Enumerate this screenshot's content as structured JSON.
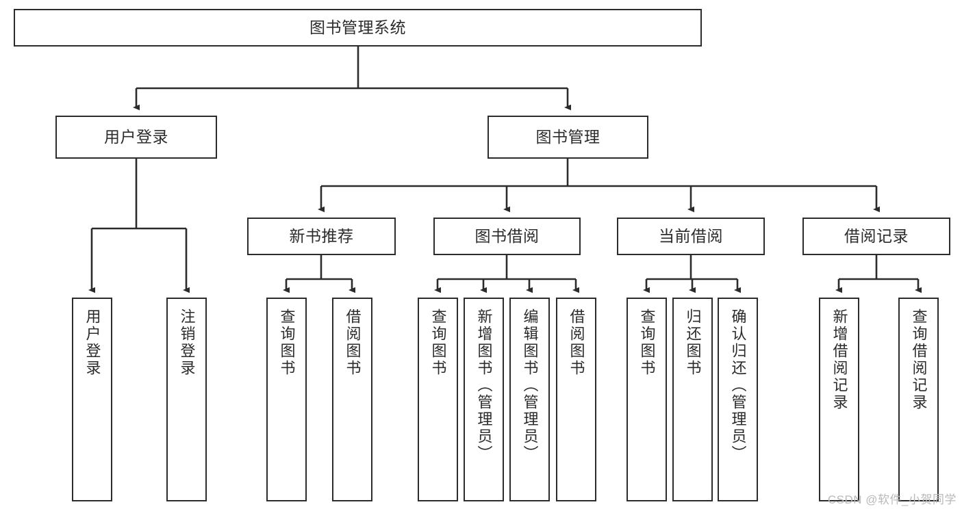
{
  "diagram": {
    "title": "图书管理系统",
    "type": "tree",
    "colors": {
      "box_border": "#2b2b2b",
      "box_fill": "#ffffff",
      "text": "#2b2b2b",
      "edge": "#2b2b2b",
      "watermark": "#b9b9b9",
      "background": "#ffffff"
    },
    "root": {
      "label": "图书管理系统"
    },
    "level1": [
      {
        "label": "用户登录"
      },
      {
        "label": "图书管理"
      }
    ],
    "level2": [
      {
        "label": "新书推荐"
      },
      {
        "label": "图书借阅"
      },
      {
        "label": "当前借阅"
      },
      {
        "label": "借阅记录"
      }
    ],
    "leaves": {
      "user_login": [
        {
          "label": "用户登录"
        },
        {
          "label": "注销登录"
        }
      ],
      "new_book_recommend": [
        {
          "label": "查询图书"
        },
        {
          "label": "借阅图书"
        }
      ],
      "book_borrow": [
        {
          "label": "查询图书"
        },
        {
          "label": "新增图书（管理员）"
        },
        {
          "label": "编辑图书（管理员）"
        },
        {
          "label": "借阅图书"
        }
      ],
      "current_borrow": [
        {
          "label": "查询图书"
        },
        {
          "label": "归还图书"
        },
        {
          "label": "确认归还（管理员）"
        }
      ],
      "borrow_record": [
        {
          "label": "新增借阅记录"
        },
        {
          "label": "查询借阅记录"
        }
      ]
    }
  },
  "watermark": {
    "text": "CSDN @软件_小贺同学"
  }
}
